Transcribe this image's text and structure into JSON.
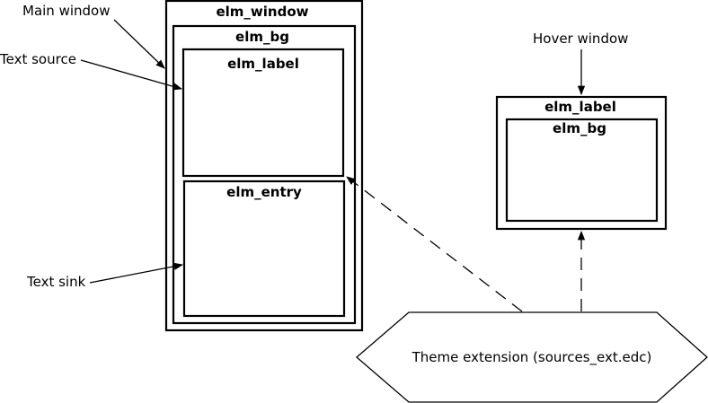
{
  "main_window": {
    "title": "elm_window",
    "bg_title": "elm_bg",
    "label_title": "elm_label",
    "entry_title": "elm_entry"
  },
  "hover_window": {
    "title": "elm_label",
    "bg_title": "elm_bg"
  },
  "annotations": {
    "main_window": "Main window",
    "text_source": "Text source",
    "text_sink": "Text sink",
    "hover_window": "Hover window"
  },
  "theme_extension": {
    "label": "Theme extension (sources_ext.edc)"
  }
}
